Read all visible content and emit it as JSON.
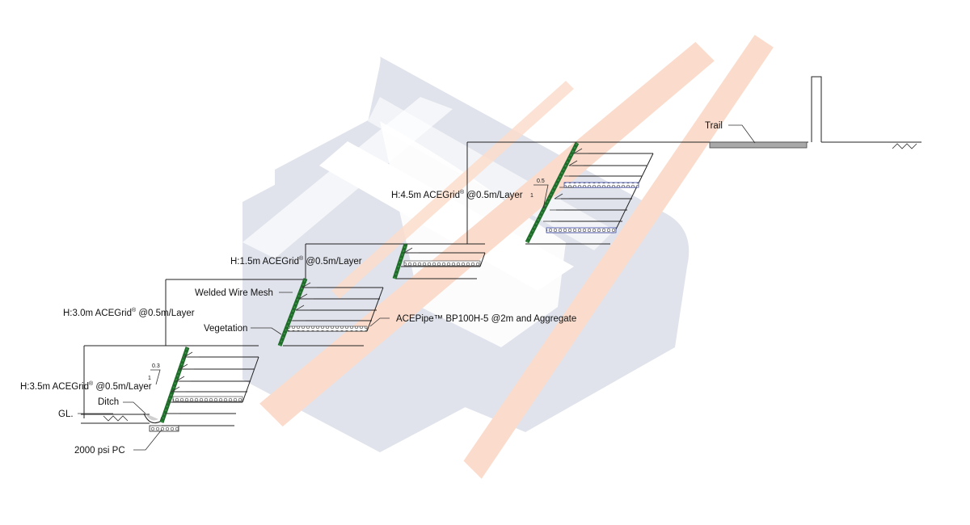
{
  "labels": {
    "h35": "H:3.5m ACEGrid",
    "h30": "H:3.0m ACEGrid",
    "h15": "H:1.5m ACEGrid",
    "h45": "H:4.5m ACEGrid",
    "reg": "®",
    "layer": " @0.5m/Layer",
    "welded_wire_mesh": "Welded Wire Mesh",
    "vegetation": "Vegetation",
    "acepipe": "ACEPipe™ BP100H-5 @2m and Aggregate",
    "ditch": "Ditch",
    "gl": "GL.",
    "pc": "2000 psi PC",
    "trail": "Trail",
    "slope_lower_run": "0.3",
    "slope_lower_rise": "1",
    "slope_upper_run": "0.5",
    "slope_upper_rise": "1"
  },
  "colors": {
    "facing": "#1f6b2a",
    "wm_gray": "#dde0ea",
    "wm_orange": "#fbd9c7",
    "pipe": "#3a47a8",
    "trail": "#a9a9a9"
  },
  "icons": [
    "ground-hatch-icon",
    "ditch-icon",
    "slope-ratio-icon"
  ]
}
